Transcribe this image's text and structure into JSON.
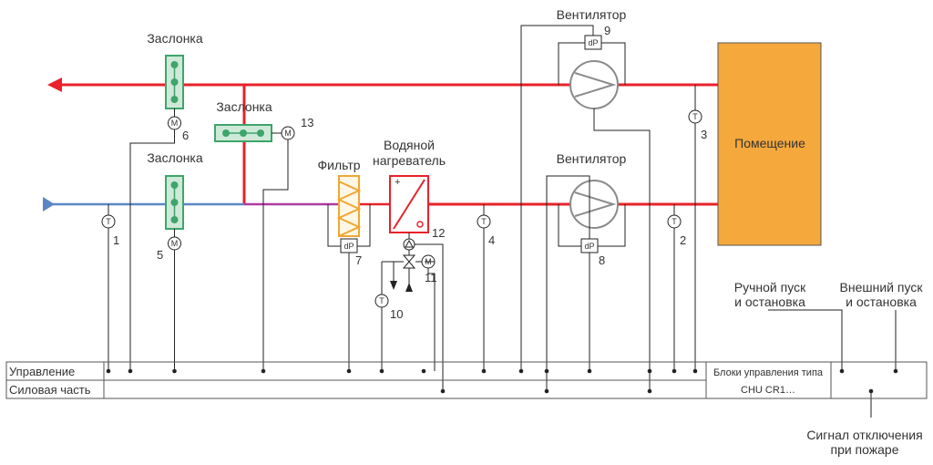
{
  "labels": {
    "damper_top": "Заслонка",
    "damper_mid": "Заслонка",
    "damper_bottom": "Заслонка",
    "filter": "Фильтр",
    "heater_line1": "Водяной",
    "heater_line2": "нагреватель",
    "fan_top": "Вентилятор",
    "fan_bottom": "Вентилятор",
    "room": "Помещение",
    "manual_line1": "Ручной пуск",
    "manual_line2": "и остановка",
    "external_line1": "Внешний пуск",
    "external_line2": "и остановка",
    "control_row": "Управление",
    "power_row": "Силовая часть",
    "units_line1": "Блоки управления типа",
    "units_line2": "CHU CR1…",
    "fire_line1": "Сигнал отключения",
    "fire_line2": "при пожаре"
  },
  "numbers": {
    "n1": "1",
    "n2": "2",
    "n3": "3",
    "n4": "4",
    "n5": "5",
    "n6": "6",
    "n7": "7",
    "n8": "8",
    "n9": "9",
    "n10": "10",
    "n11": "11",
    "n12": "12",
    "n13": "13"
  },
  "symbols": {
    "temp": "T",
    "motor": "M",
    "dp": "dP"
  },
  "colors": {
    "supply_hot": "#e8222a",
    "outdoor_air": "#5b86c5",
    "mixed": "#b03aa0",
    "damper": "#3ea56b",
    "damper_fill": "#cfe9d9",
    "filter": "#f0a733",
    "room_fill": "#f5a83c",
    "line": "#222222"
  },
  "icons": {
    "damper": "damper-icon",
    "fan": "fan-icon",
    "filter": "filter-icon",
    "heater": "water-heater-icon",
    "pump": "pump-icon",
    "valve": "valve-icon"
  }
}
